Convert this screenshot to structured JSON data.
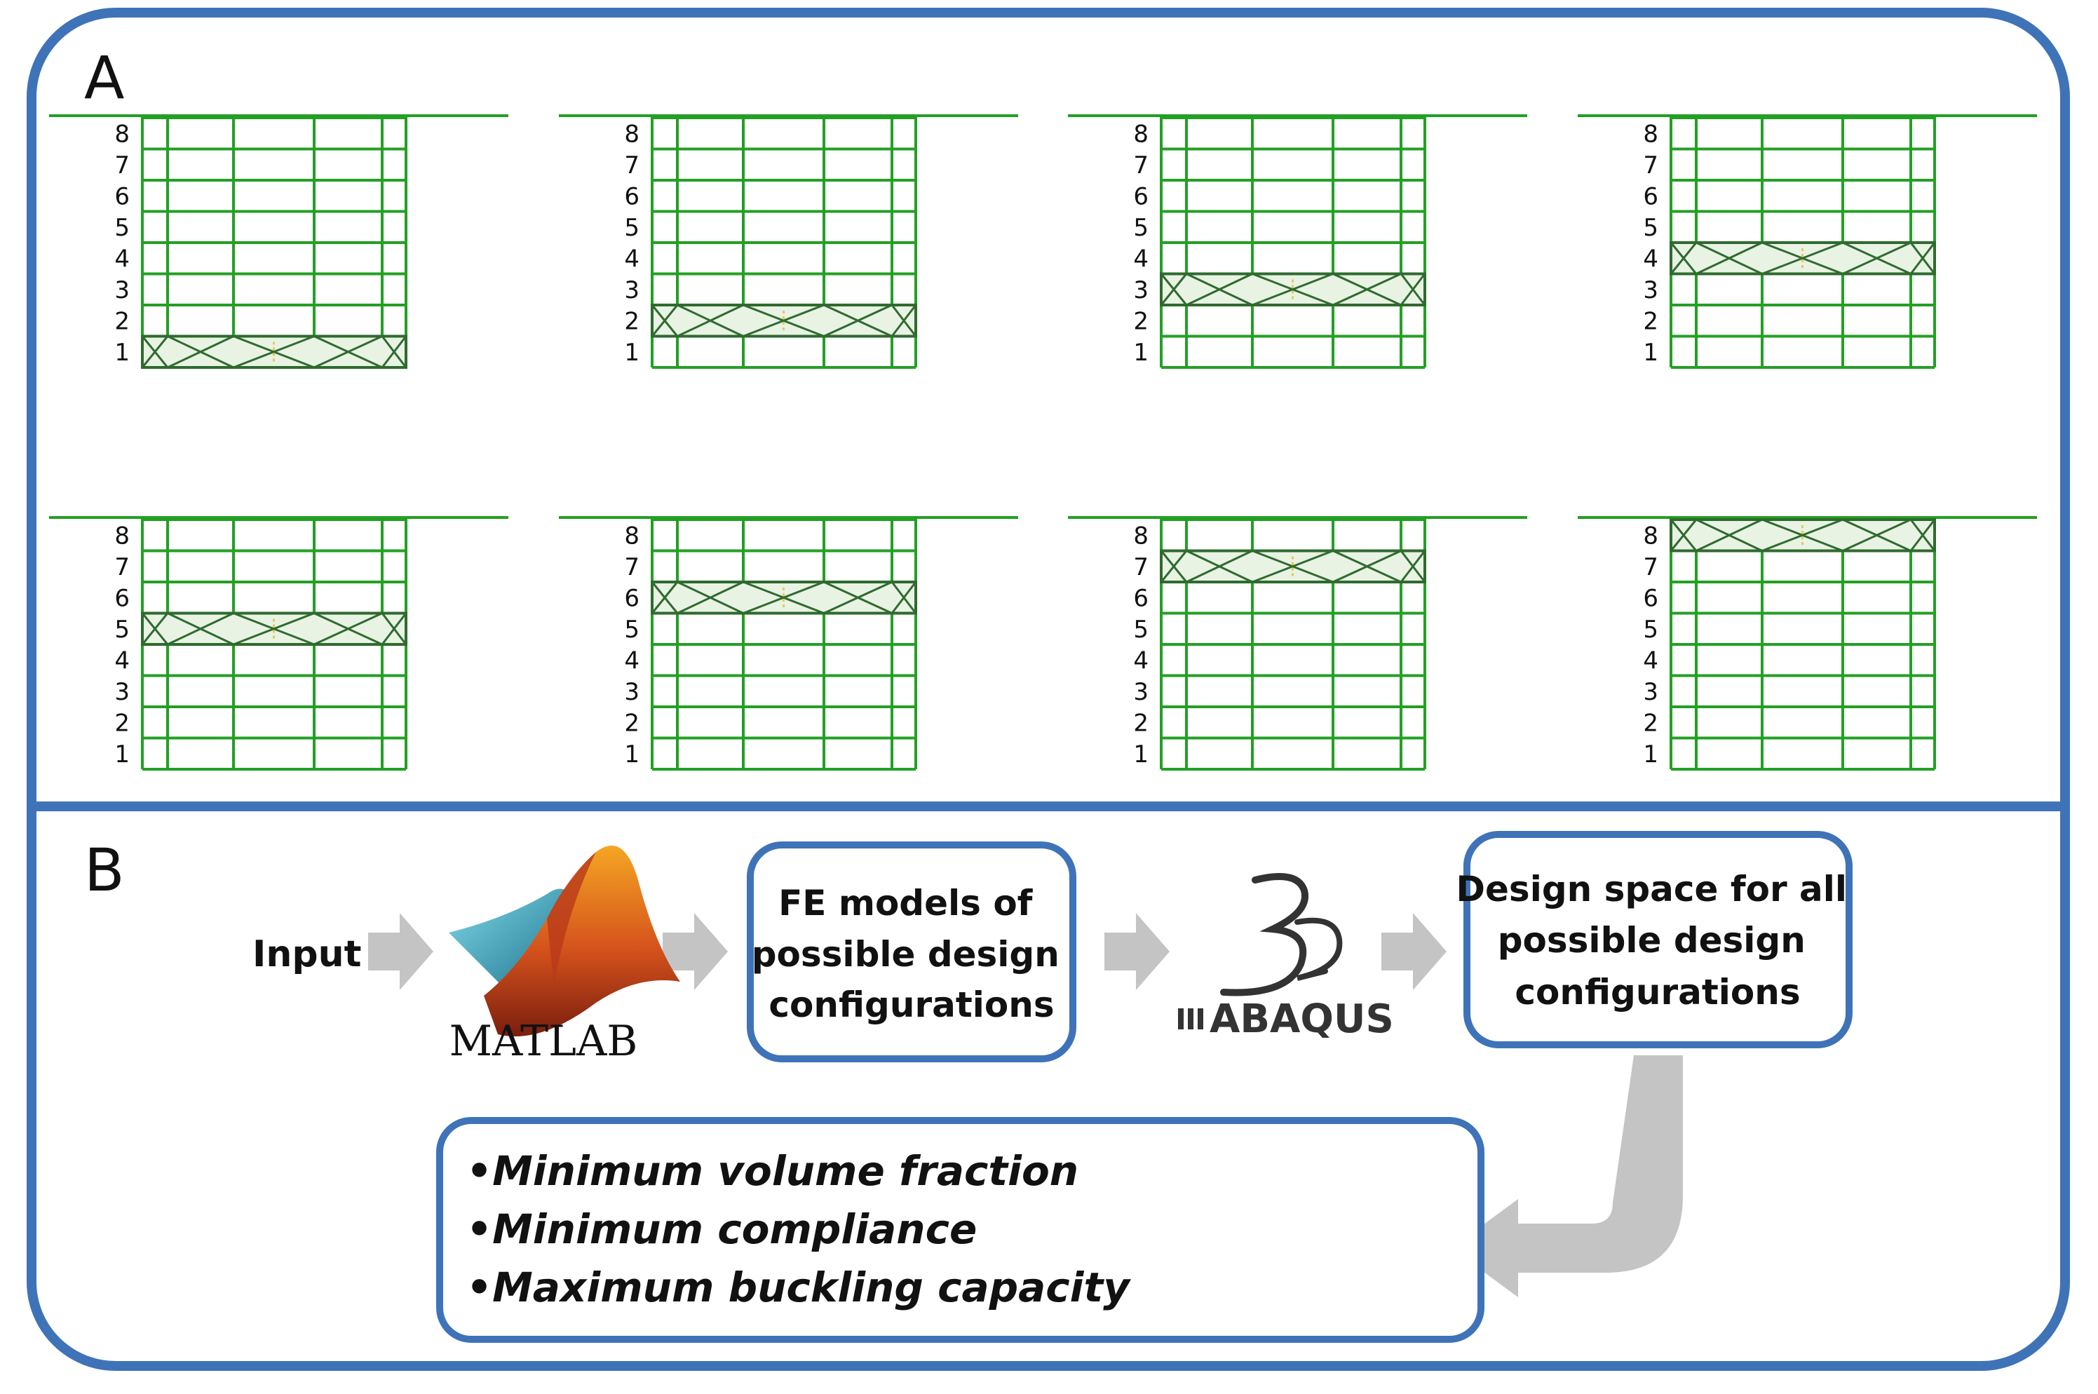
{
  "panel_a": {
    "label": "A",
    "floor_numbers": [
      "1",
      "2",
      "3",
      "4",
      "5",
      "6",
      "7",
      "8"
    ],
    "braced_floors": [
      1,
      2,
      3,
      4,
      5,
      6,
      7,
      8
    ]
  },
  "panel_b": {
    "label": "B",
    "input_label": "Input",
    "matlab_label": "MATLAB",
    "fe_box_lines": [
      "FE models of",
      "possible design",
      "configurations"
    ],
    "abaqus_label": "ABAQUS",
    "design_box_lines": [
      "Design space for all",
      "possible design",
      "configurations"
    ],
    "objectives": [
      "•Minimum volume fraction",
      "•Minimum  compliance",
      "•Maximum buckling capacity"
    ]
  },
  "colors": {
    "border_blue": "#3f73b8",
    "frame_green": "#23a023",
    "brace_green": "#2f6b2f",
    "arrow_gray": "#c4c4c4"
  }
}
